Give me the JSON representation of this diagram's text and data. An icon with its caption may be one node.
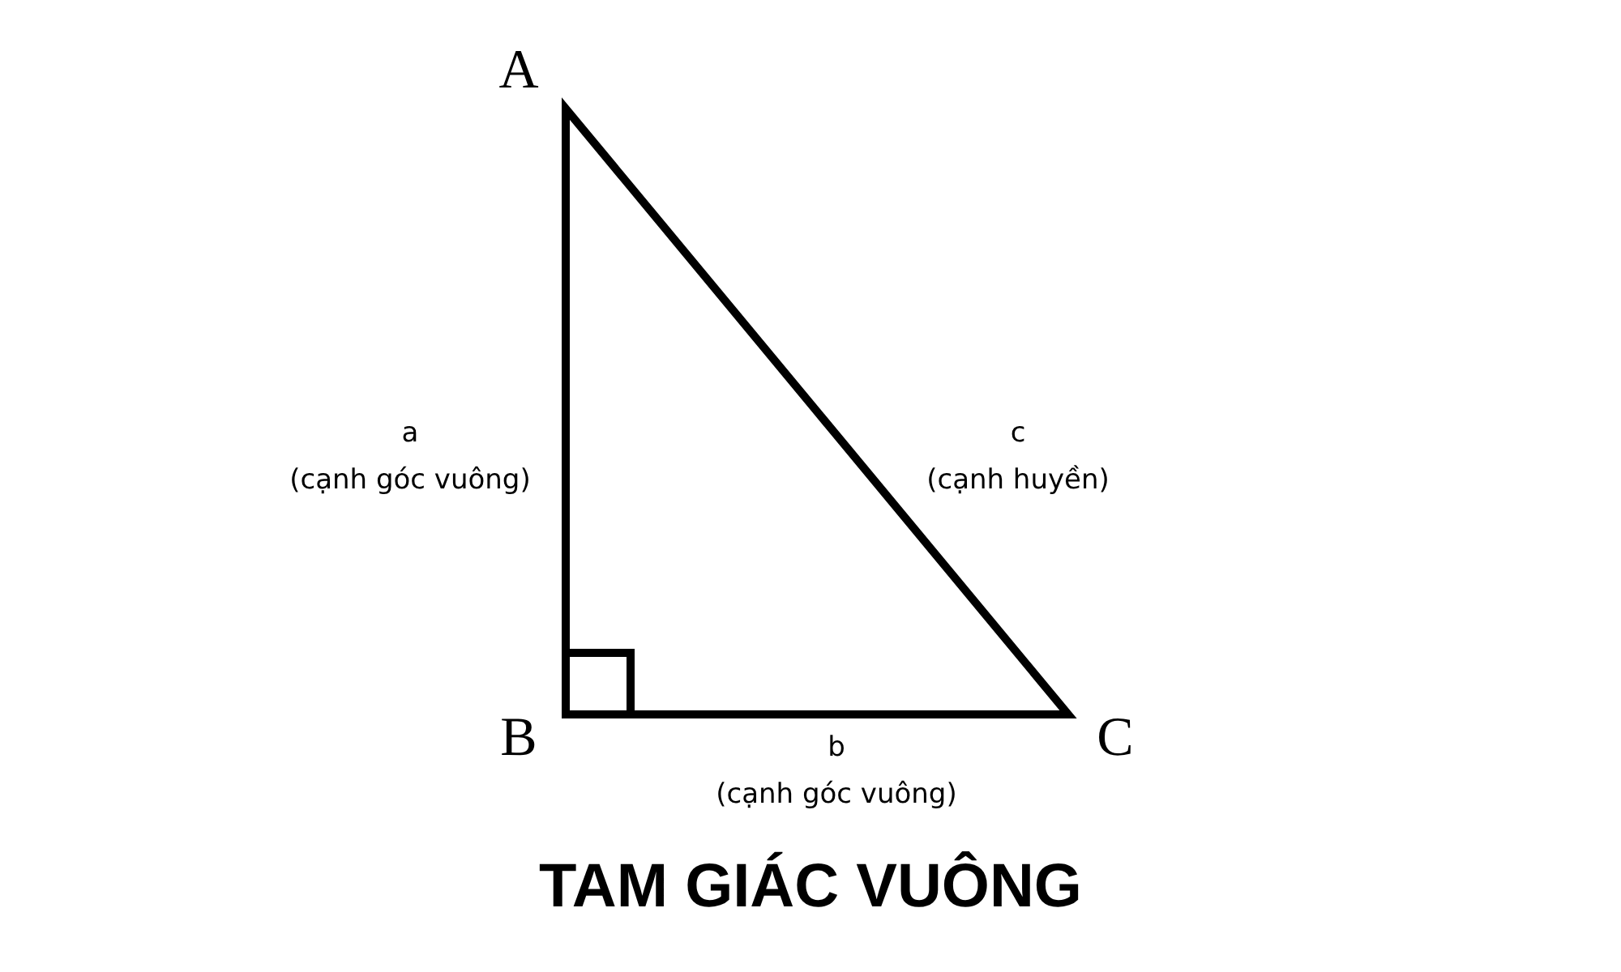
{
  "diagram": {
    "title": "TAM GIÁC VUÔNG",
    "labels": [
      "A",
      "a",
      "(cạnh góc vuông)",
      "c",
      "(cạnh huyền)",
      "B",
      "C",
      "b",
      "(cạnh góc vuông)"
    ]
  }
}
